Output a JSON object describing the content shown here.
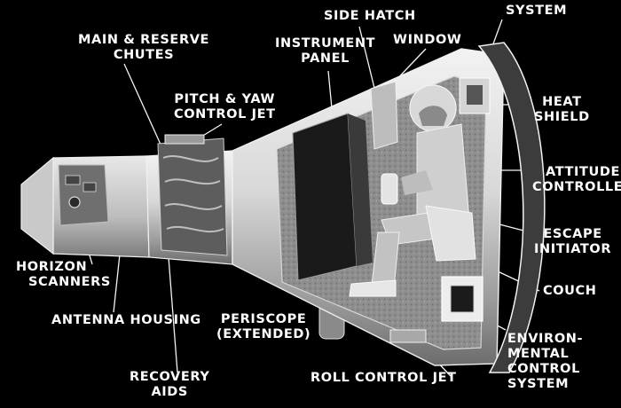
{
  "diagram": {
    "labels": {
      "system_top": [
        "SYSTEM"
      ],
      "side_hatch": [
        "SIDE HATCH"
      ],
      "main_reserve_chutes": [
        "MAIN & RESERVE",
        "CHUTES"
      ],
      "instrument_panel": [
        "INSTRUMENT",
        "PANEL"
      ],
      "window": [
        "WINDOW"
      ],
      "heat_shield": [
        "HEAT",
        "SHIELD"
      ],
      "pitch_yaw_jet": [
        "PITCH & YAW",
        "CONTROL JET"
      ],
      "attitude_controller": [
        "ATTITUDE",
        "CONTROLLER"
      ],
      "escape_initiator": [
        "ESCAPE",
        "INITIATOR"
      ],
      "horizon_scanners": [
        "HORIZON",
        "SCANNERS"
      ],
      "couch": [
        "COUCH"
      ],
      "antenna_housing": [
        "ANTENNA HOUSING"
      ],
      "periscope": [
        "PERISCOPE",
        "(EXTENDED)"
      ],
      "environmental_control": [
        "ENVIRON-",
        "MENTAL",
        "CONTROL",
        "SYSTEM"
      ],
      "recovery_aids": [
        "RECOVERY",
        "AIDS"
      ],
      "roll_control_jet": [
        "ROLL CONTROL JET"
      ]
    }
  }
}
